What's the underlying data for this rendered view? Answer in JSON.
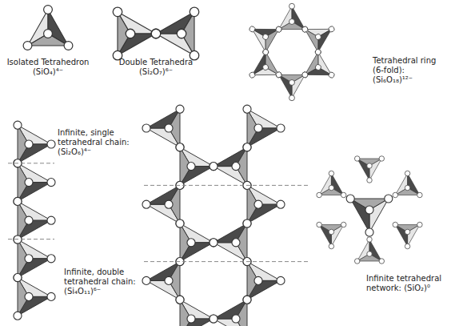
{
  "diagram": {
    "labels": [
      "Isolated Tetrahedron (SiO₄)⁴⁻",
      "Double Tetrahedra (Si₂O₇)⁶⁻",
      "Tetrahedral ring (6-fold): (Si₆O₁₈)¹²⁻",
      "Infinite, single tetrahedral chain: (Si₂O₆)⁴⁻",
      "Infinite, double tetrahedral chain: (Si₄O₁₁)⁶⁻",
      "Infinite tetrahedral network: (SiO₂)⁰"
    ]
  }
}
